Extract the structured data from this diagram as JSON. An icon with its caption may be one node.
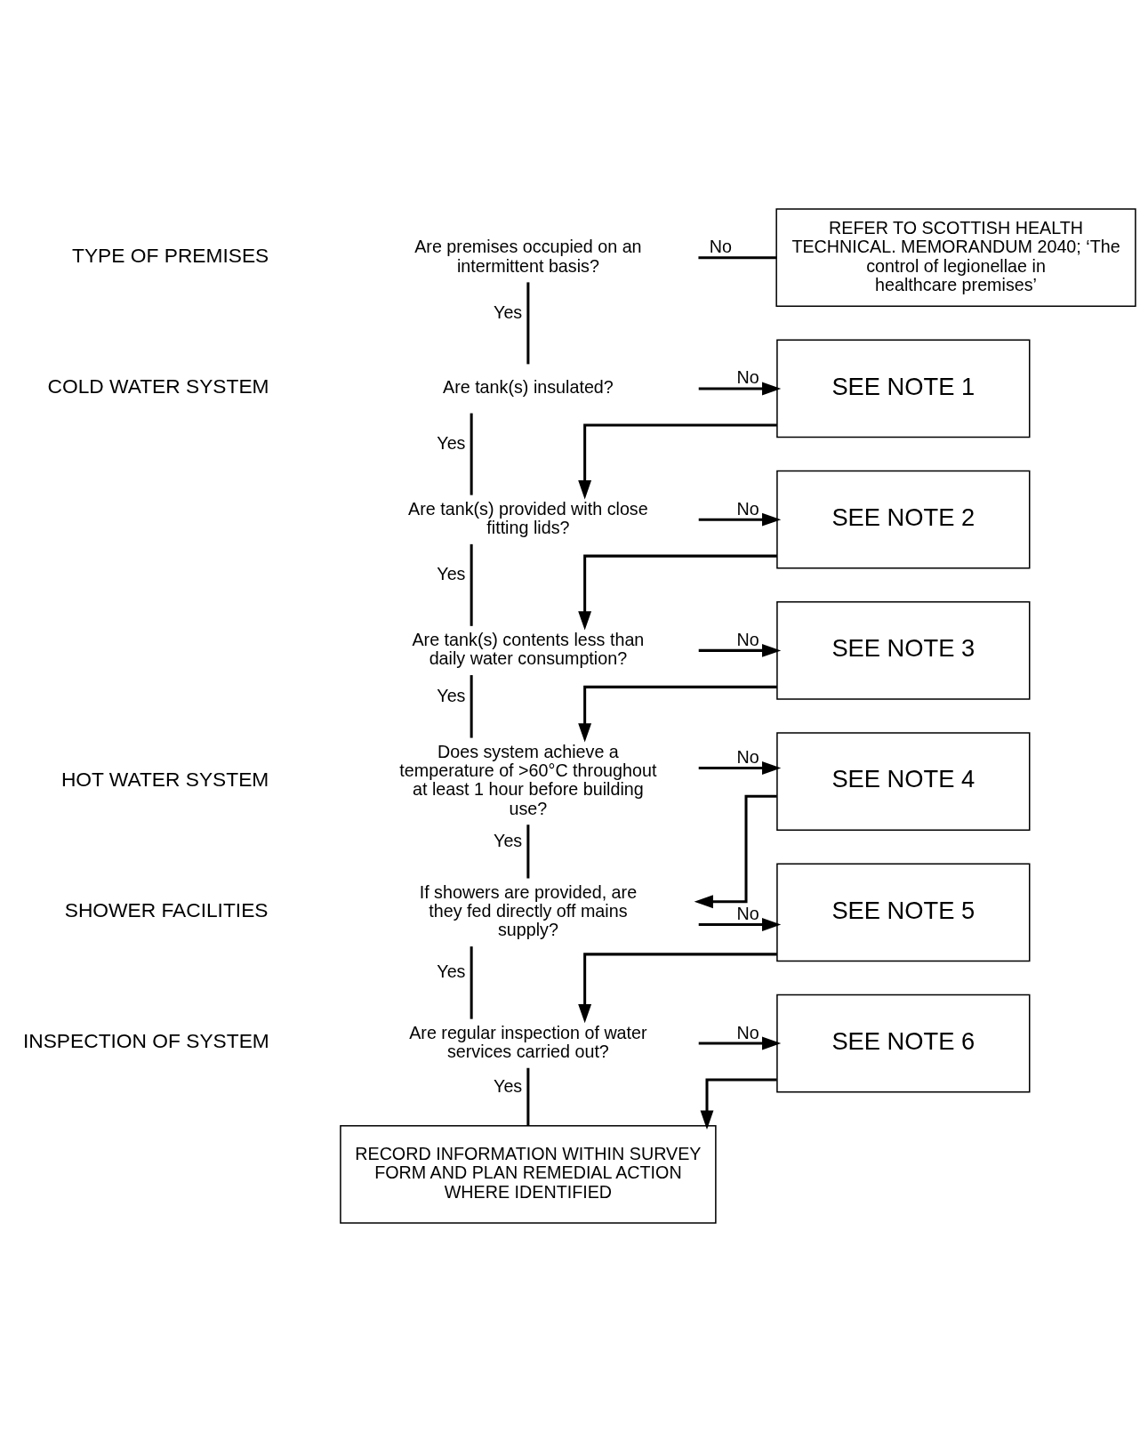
{
  "diagram": {
    "nodes": [
      {
        "text": [
          "Are premises occupied on an intermittent basis?"
        ]
      },
      {
        "text": [
          "REFER TO SCOTTISH HEALTH TECHNICAL. MEMORANDUM 2040; ‘The control of legionellae in healthcare premises’"
        ]
      },
      {
        "text": [
          "Are tank(s) insulated?"
        ]
      },
      {
        "text": [
          "SEE NOTE 1"
        ]
      },
      {
        "text": [
          "Are tank(s) provided with close fitting lids?"
        ]
      },
      {
        "text": [
          "SEE NOTE 2"
        ]
      },
      {
        "text": [
          "Are tank(s) contents less than daily water consumption?"
        ]
      },
      {
        "text": [
          "SEE NOTE 3"
        ]
      },
      {
        "text": [
          "Does system achieve a temperature of >60°C throughout at least 1 hour before building use?"
        ]
      },
      {
        "text": [
          "SEE NOTE 4"
        ]
      },
      {
        "text": [
          "If showers are provided, are they fed directly off mains supply?"
        ]
      },
      {
        "text": [
          "SEE NOTE 5"
        ]
      },
      {
        "text": [
          "Are regular inspection of water services carried out?"
        ]
      },
      {
        "text": [
          "SEE NOTE 6"
        ]
      },
      {
        "text": [
          "RECORD INFORMATION WITHIN SURVEY FORM AND PLAN REMEDIAL ACTION WHERE IDENTIFIED"
        ]
      }
    ],
    "edges": [
      {
        "from": 0,
        "to": 1,
        "arrow": "none",
        "label": "No"
      },
      {
        "from": 0,
        "to": 2,
        "arrow": "none",
        "label": "Yes"
      },
      {
        "from": 2,
        "to": 3,
        "arrow": "to",
        "label": "No"
      },
      {
        "from": 2,
        "to": 4,
        "arrow": "none",
        "label": "Yes"
      },
      {
        "from": 3,
        "to": 4,
        "arrow": "to"
      },
      {
        "from": 4,
        "to": 5,
        "arrow": "to",
        "label": "No"
      },
      {
        "from": 4,
        "to": 6,
        "arrow": "none",
        "label": "Yes"
      },
      {
        "from": 5,
        "to": 6,
        "arrow": "to"
      },
      {
        "from": 6,
        "to": 7,
        "arrow": "to",
        "label": "No"
      },
      {
        "from": 6,
        "to": 8,
        "arrow": "none",
        "label": "Yes"
      },
      {
        "from": 7,
        "to": 8,
        "arrow": "to"
      },
      {
        "from": 8,
        "to": 9,
        "arrow": "to",
        "label": "No"
      },
      {
        "from": 8,
        "to": 10,
        "arrow": "none",
        "label": "Yes"
      },
      {
        "from": 9,
        "to": 10,
        "arrow": "to"
      },
      {
        "from": 10,
        "to": 11,
        "arrow": "to",
        "label": "No"
      },
      {
        "from": 10,
        "to": 12,
        "arrow": "none",
        "label": "Yes"
      },
      {
        "from": 11,
        "to": 12,
        "arrow": "to"
      },
      {
        "from": 12,
        "to": 13,
        "arrow": "to",
        "label": "No"
      },
      {
        "from": 12,
        "to": 14,
        "arrow": "none",
        "label": "Yes"
      },
      {
        "from": 13,
        "to": 14,
        "arrow": "to"
      }
    ],
    "labels": [
      "TYPE OF PREMISES",
      "COLD WATER SYSTEM",
      "HOT WATER SYSTEM",
      "SHOWER FACILITIES",
      "INSPECTION OF SYSTEM"
    ]
  }
}
